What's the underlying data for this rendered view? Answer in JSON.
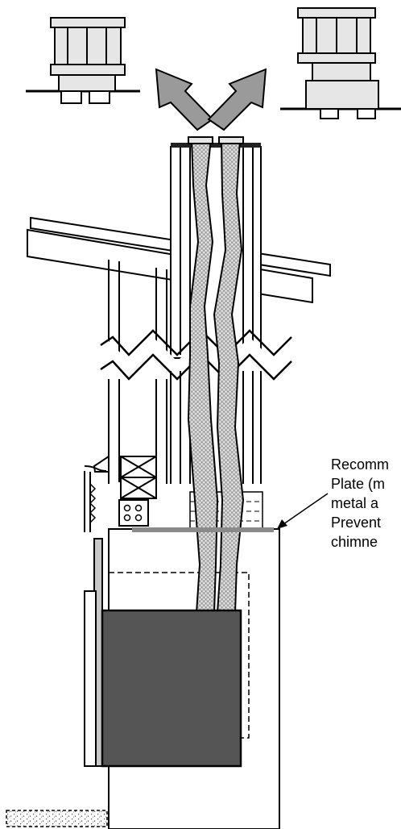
{
  "callout": {
    "lines": [
      "Recomm",
      "Plate (m",
      "metal a",
      "Prevent",
      "chimne"
    ]
  },
  "colors": {
    "liner_fill": "#c8c8c8",
    "insert_fill": "#555555",
    "plate_fill": "#8a8a8a",
    "cap_fill": "#e6e6e6",
    "arrow_fill": "#9a9a9a",
    "line": "#000000"
  }
}
